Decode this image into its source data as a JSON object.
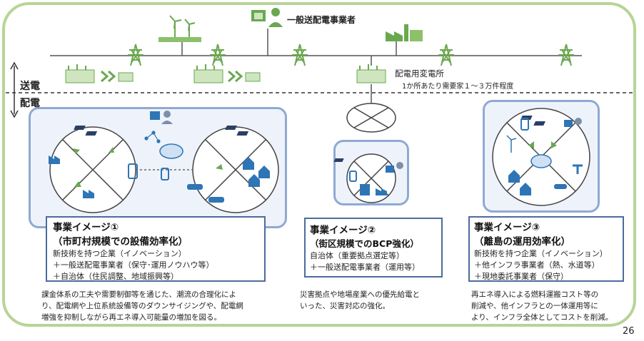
{
  "operator_label": "一般送配電事業者",
  "transmission_label": "送電",
  "distribution_label": "配電",
  "substation_label": "配電用変電所",
  "substation_note": "1か所あたり需要家１～３万件程度",
  "page_number": "26",
  "cases": [
    {
      "title": "事業イメージ①",
      "subtitle": "（市町村規模での設備効率化）",
      "lines": [
        "新技術を持つ企業（イノベーション）",
        "＋一般送配電事業者（保守･運用ノウハウ等）",
        "＋自治体（住民調整、地域振興等）"
      ],
      "description": [
        "課金体系の工夫や需要制御等を通じた、潮流の合理化によ",
        "り、配電網や上位系統設備等のダウンサイジングや、配電網",
        "増強を抑制しながら再エネ導入可能量の増加を図る。"
      ]
    },
    {
      "title": "事業イメージ②",
      "subtitle": "（街区規模でのBCP強化）",
      "lines": [
        "自治体（重要拠点選定等）",
        "＋一般送配電事業者（運用等）"
      ],
      "description": [
        "災害拠点や地場産業への優先給電と",
        "いった、災害対応の強化。"
      ]
    },
    {
      "title": "事業イメージ③",
      "subtitle": "（離島の運用効率化）",
      "lines": [
        "新技術を持つ企業（イノベーション）",
        "＋他インフラ事業者（熱、水道等）",
        "＋現地委託事業者（保守）"
      ],
      "description": [
        "再エネ導入による燃料運搬コスト等の",
        "削減や、他インフラとの一体運用等に",
        "より、インフラ全体としてコストを削減。"
      ]
    }
  ],
  "colors": {
    "frame": "#b7d497",
    "panel_border": "#8fa9d2",
    "card_border": "#4c6b9e",
    "icon_green": "#6aa84f",
    "icon_blue": "#2e75b6"
  }
}
